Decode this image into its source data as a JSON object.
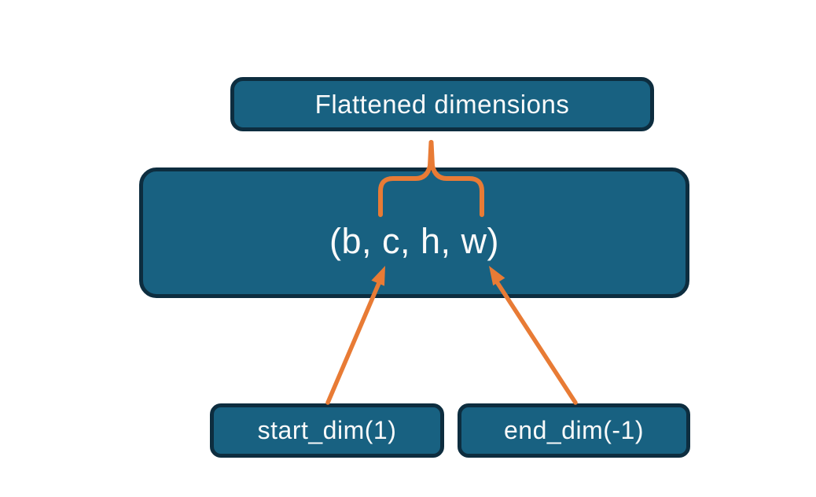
{
  "colors": {
    "background": "#ffffff",
    "box_fill": "#186181",
    "box_border": "#0d2d3f",
    "accent": "#e87b35",
    "text": "#fafafa"
  },
  "diagram": {
    "flattened_box": {
      "label": "Flattened dimensions"
    },
    "tensor_box": {
      "label": "(b, c, h, w)"
    },
    "start_dim_box": {
      "label": "start_dim(1)"
    },
    "end_dim_box": {
      "label": "end_dim(-1)"
    }
  }
}
